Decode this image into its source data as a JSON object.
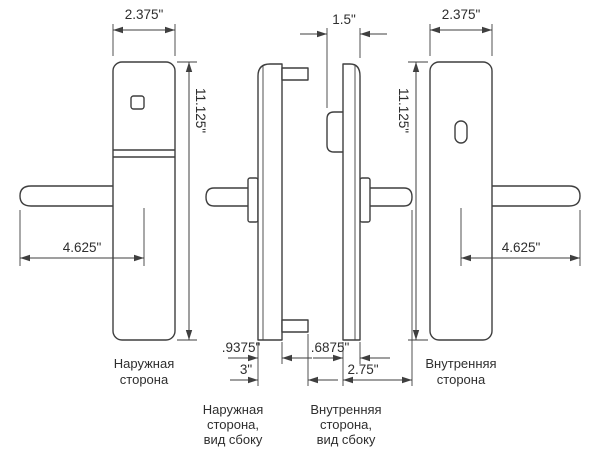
{
  "diagram": {
    "views": {
      "exterior_front": {
        "width_dim": "2.375\"",
        "height_dim": "11.125\"",
        "handle_dim": "4.625\"",
        "caption_line1": "Наружная",
        "caption_line2": "сторона"
      },
      "exterior_side": {
        "plate_depth_dim": ".9375\"",
        "total_depth_dim": "3\"",
        "caption_line1": "Наружная",
        "caption_line2": "сторона,",
        "caption_line3": "вид сбоку"
      },
      "interior_side": {
        "top_depth_dim": "1.5\"",
        "plate_depth_dim": ".6875\"",
        "total_depth_dim": "2.75\"",
        "caption_line1": "Внутренняя",
        "caption_line2": "сторона,",
        "caption_line3": "вид сбоку"
      },
      "interior_front": {
        "width_dim": "2.375\"",
        "height_dim": "11.125\"",
        "handle_dim": "4.625\"",
        "caption_line1": "Внутренняя",
        "caption_line2": "сторона"
      }
    },
    "colors": {
      "line": "#3f3f3f",
      "background": "#ffffff"
    }
  }
}
